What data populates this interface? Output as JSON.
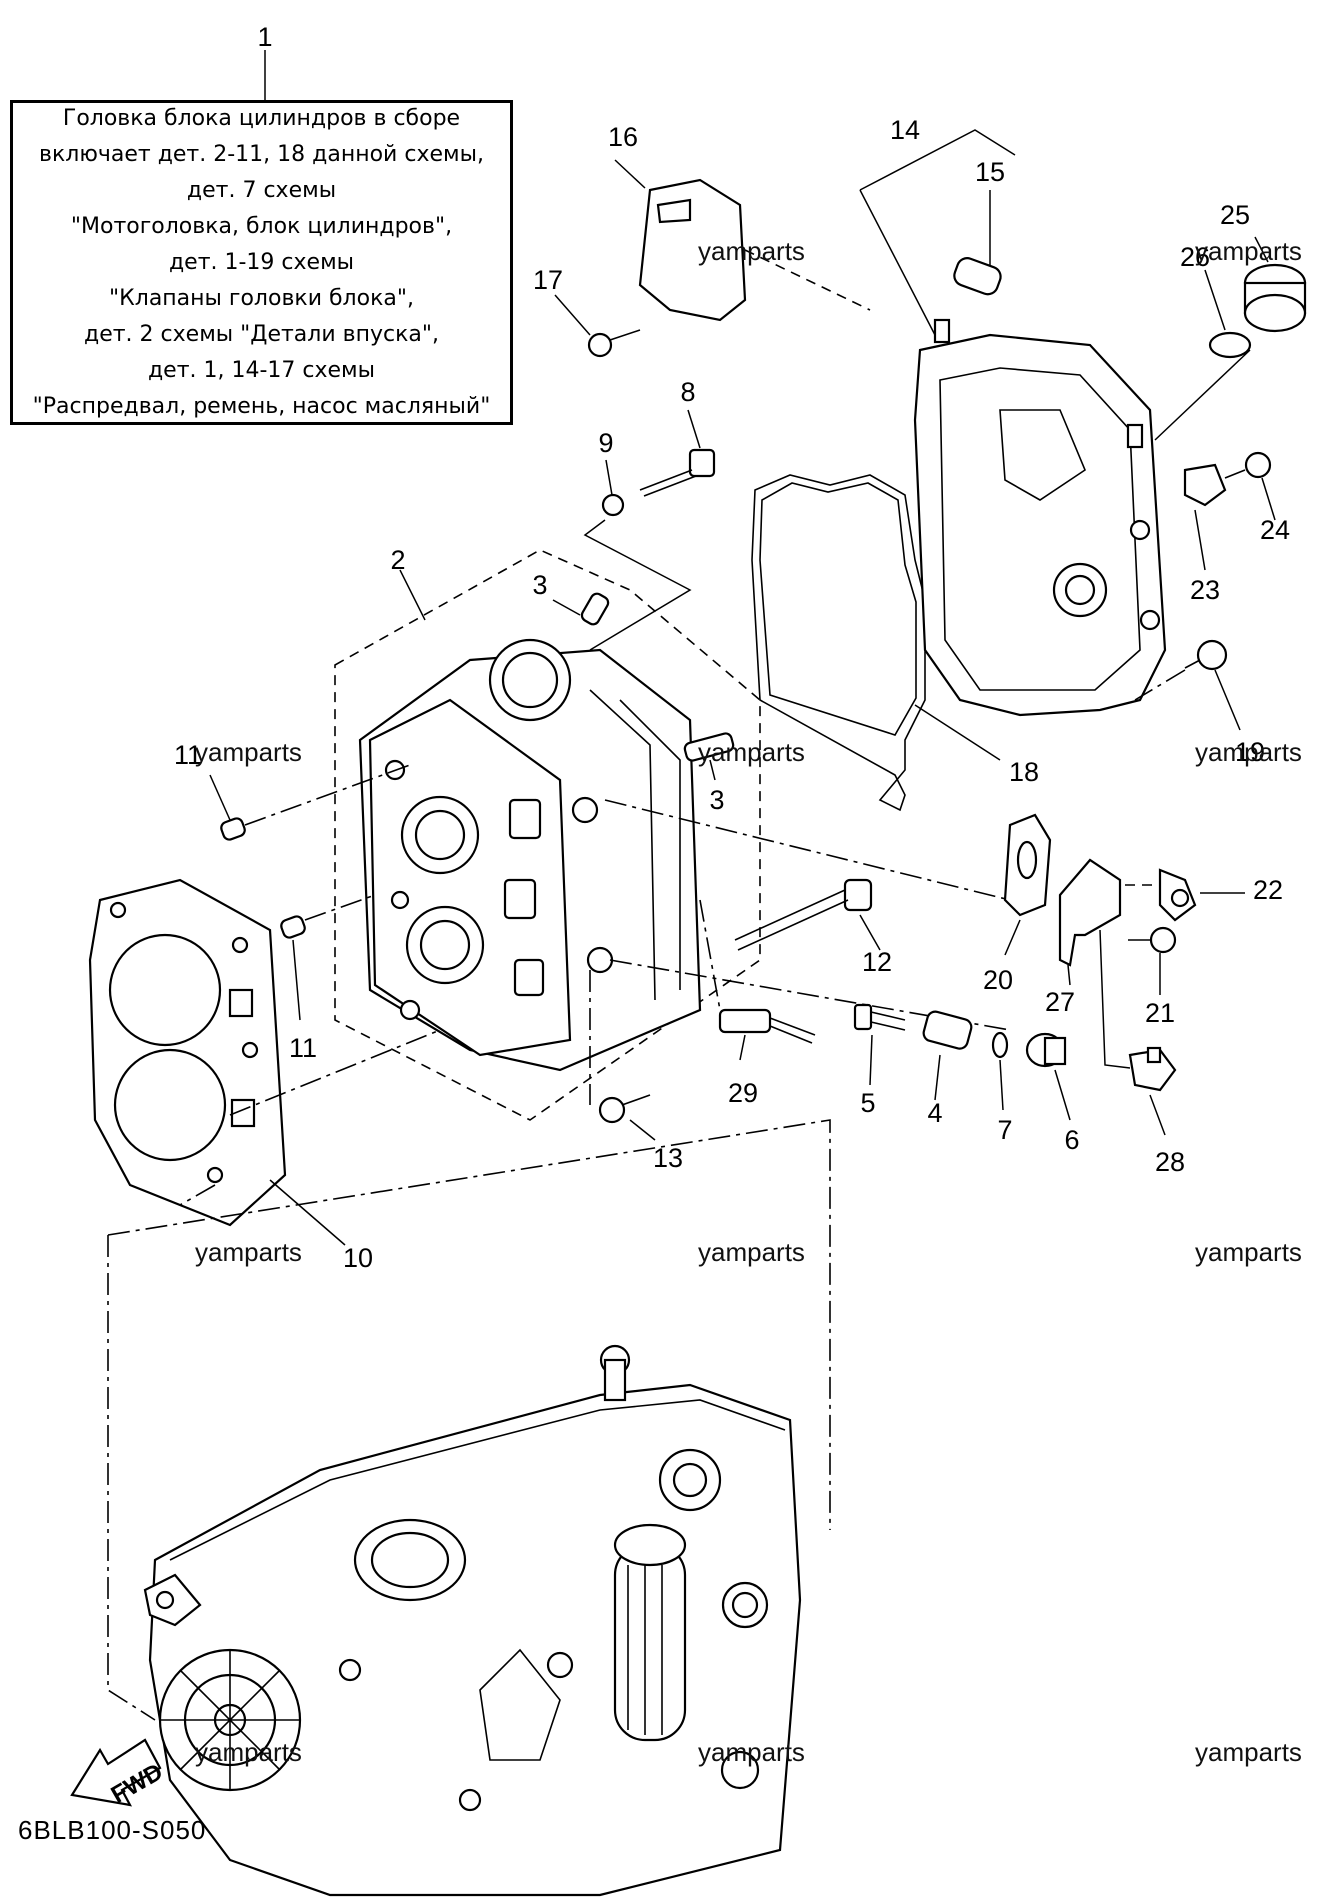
{
  "note": {
    "lines": [
      "Головка блока цилиндров в сборе",
      "включает дет. 2-11, 18 данной схемы,",
      "дет. 7 схемы",
      "\"Мотоголовка, блок цилиндров\",",
      "дет. 1-19 схемы",
      "\"Клапаны головки блока\",",
      "дет. 2 схемы \"Детали впуска\",",
      "дет. 1, 14-17 схемы",
      "\"Распредвал, ремень, насос масляный\""
    ]
  },
  "callouts": [
    "1",
    "2",
    "3",
    "3",
    "4",
    "5",
    "6",
    "7",
    "8",
    "9",
    "10",
    "11",
    "11",
    "12",
    "13",
    "14",
    "15",
    "16",
    "17",
    "18",
    "19",
    "20",
    "21",
    "22",
    "23",
    "24",
    "25",
    "26",
    "27",
    "28",
    "29"
  ],
  "watermark": "yamparts",
  "diagram_code": "6BLB100-S050",
  "fwd_label": "FWD"
}
